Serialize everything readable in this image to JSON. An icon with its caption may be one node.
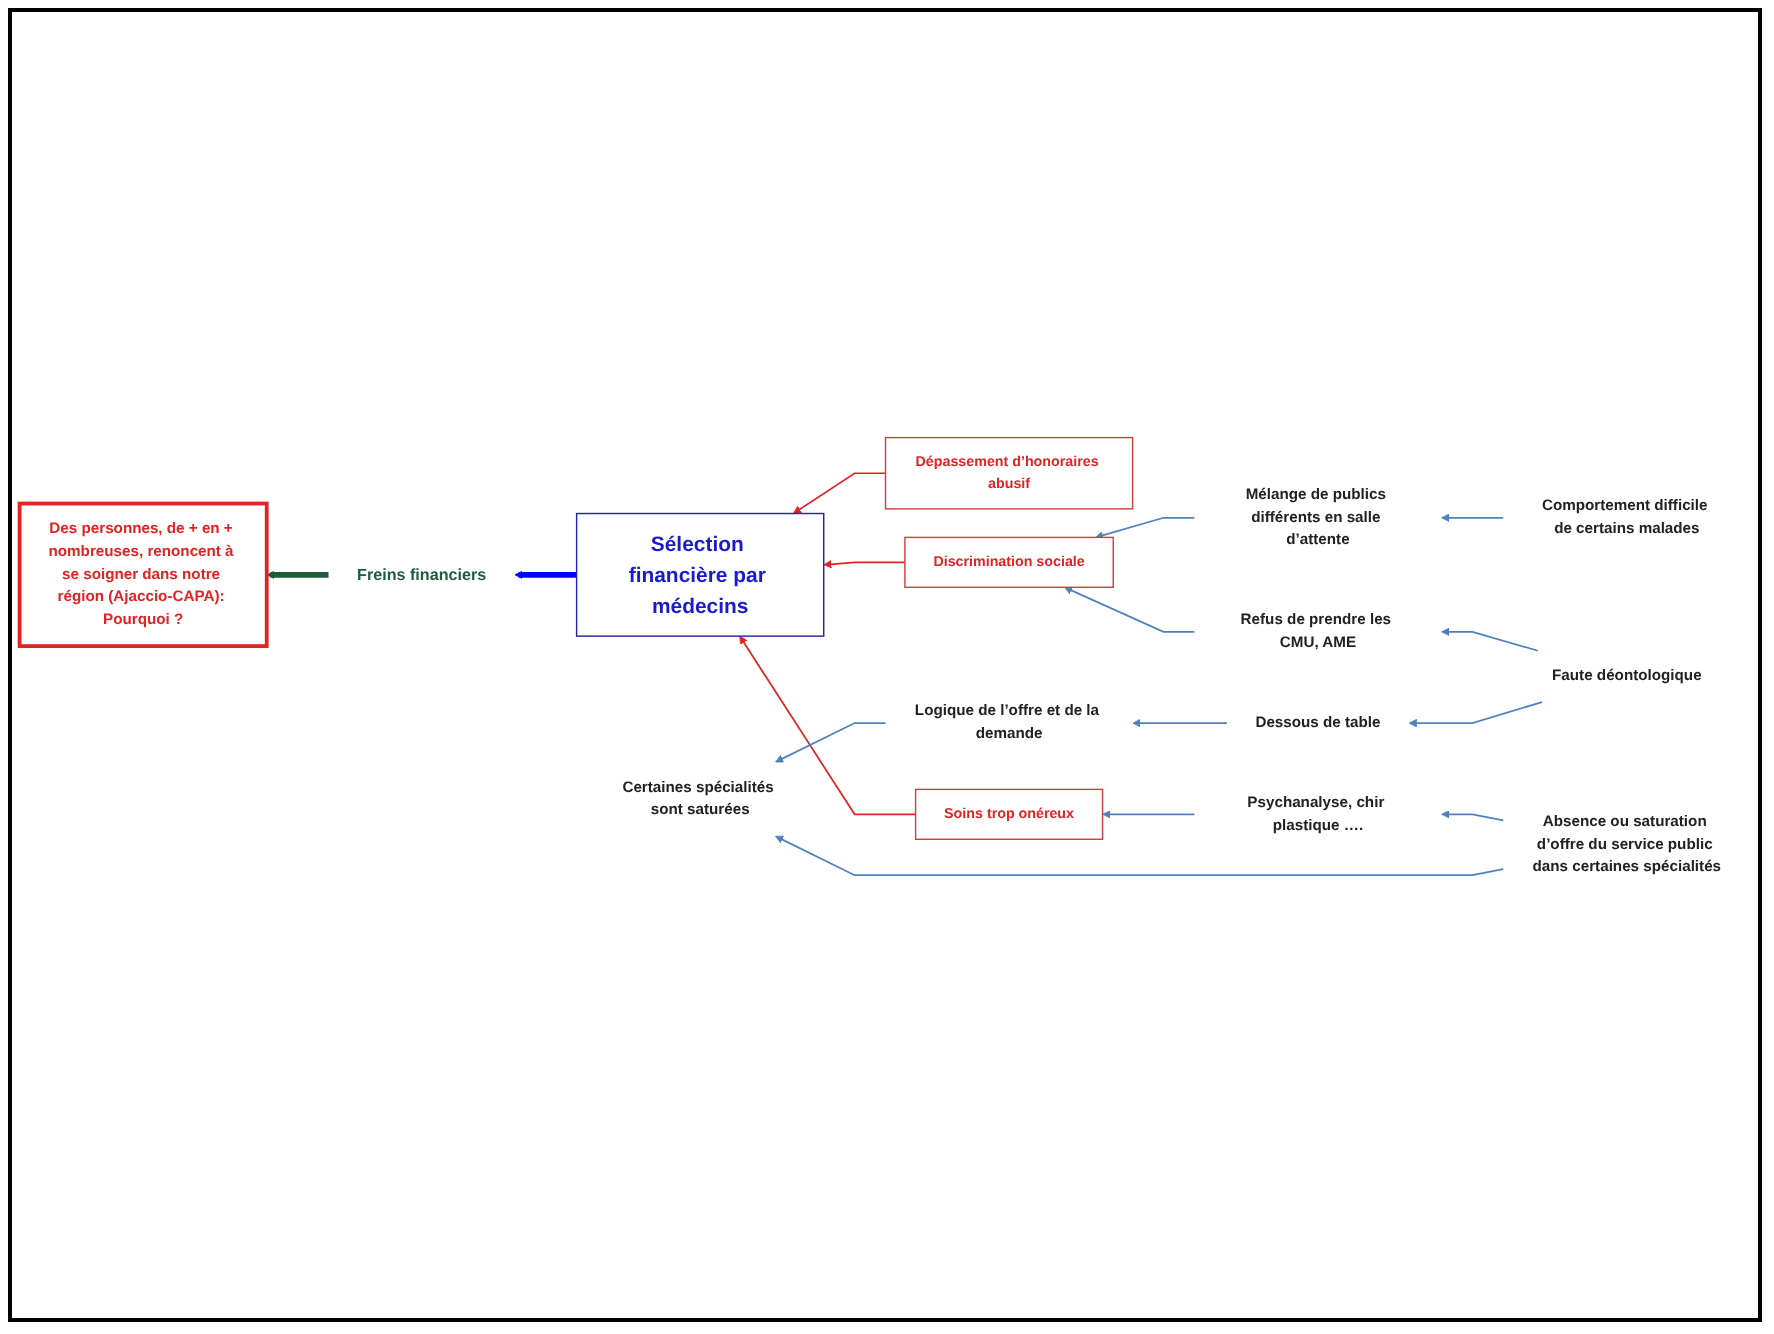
{
  "diagram": {
    "nodes": [
      {
        "text": [
          "Des personnes, de + en + nombreuses, renoncent à se soigner dans notre région (Ajaccio-CAPA): Pourquoi ?"
        ]
      },
      {
        "text": [
          "Freins financiers"
        ]
      },
      {
        "text": [
          "Sélection financière par médecins"
        ]
      },
      {
        "text": [
          "Dépassement d’honoraires abusif"
        ]
      },
      {
        "text": [
          "Soins trop onéreux"
        ]
      },
      {
        "text": [
          "Discrimination sociale"
        ]
      },
      {
        "text": [
          "Logique de l’offre et de la demande"
        ]
      },
      {
        "text": [
          "Certaines spécialités sont saturées"
        ]
      },
      {
        "text": [
          "Dessous de table"
        ]
      },
      {
        "text": [
          "Absence ou saturation d’offre du service public dans certaines spécialités"
        ]
      },
      {
        "text": [
          "Faute déontologique"
        ]
      },
      {
        "text": [
          "Psychanalyse, chir plastique …."
        ]
      },
      {
        "text": [
          "Refus de prendre les CMU, AME"
        ]
      },
      {
        "text": [
          "Mélange de publics différents en salle d’attente"
        ]
      },
      {
        "text": [
          "Comportement difficile de certains malades"
        ]
      }
    ],
    "edges": [
      {
        "from": 1,
        "to": 0,
        "arrow": "to",
        "style": "thick",
        "color": "#1e5c3a"
      },
      {
        "from": 2,
        "to": 1,
        "arrow": "to",
        "style": "thick",
        "color": "#0000ff"
      },
      {
        "from": 3,
        "to": 2,
        "arrow": "to",
        "color": "#e32222"
      },
      {
        "from": 4,
        "to": 2,
        "arrow": "to",
        "color": "#e32222"
      },
      {
        "from": 5,
        "to": 2,
        "arrow": "to",
        "color": "#e32222"
      },
      {
        "from": 6,
        "to": 7,
        "arrow": "to"
      },
      {
        "from": 8,
        "to": 6,
        "arrow": "to"
      },
      {
        "from": 9,
        "to": 7,
        "arrow": "to"
      },
      {
        "from": 10,
        "to": 8,
        "arrow": "to"
      },
      {
        "from": 9,
        "to": 11,
        "arrow": "to"
      },
      {
        "from": 11,
        "to": 4,
        "arrow": "to"
      },
      {
        "from": 10,
        "to": 12,
        "arrow": "to"
      },
      {
        "from": 12,
        "to": 5,
        "arrow": "to"
      },
      {
        "from": 13,
        "to": 5,
        "arrow": "to"
      },
      {
        "from": 14,
        "to": 13,
        "arrow": "to"
      }
    ]
  }
}
